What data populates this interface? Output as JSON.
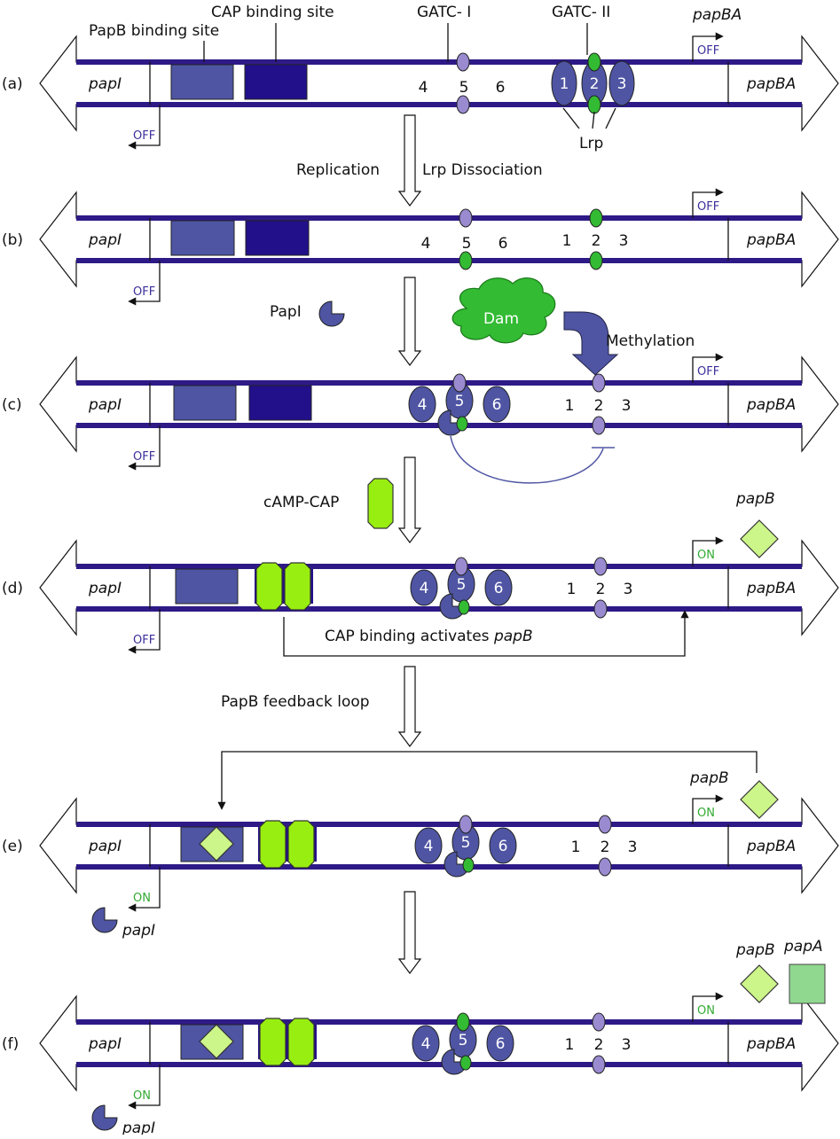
{
  "colors": {
    "dna_strand": "#2e1a87",
    "papb_site": "#4f55a3",
    "cap_site": "#22108a",
    "protein": "#4f55a3",
    "gatc_methyl": "#9a8bd0",
    "gatc_hemi": "#33bb33",
    "cap_protein": "#99ee11",
    "papb_protein": "#ccf58a",
    "papa_protein": "#90d890",
    "dam": "#33bb33",
    "on_text": "#33aa33",
    "off_text": "#3b2f9a"
  },
  "labels": {
    "papb_binding_site": "PapB binding site",
    "cap_binding_site": "CAP binding site",
    "gatc_1": "GATC- I",
    "gatc_2": "GATC- II",
    "lrp": "Lrp",
    "replication": "Replication",
    "lrp_dissociation": "Lrp Dissociation",
    "papi_protein": "PapI",
    "dam": "Dam",
    "methylation": "Methylation",
    "camp_cap": "cAMP-CAP",
    "cap_activates": "CAP binding activates ",
    "cap_activates_gene": "papB",
    "papb_feedback": "PapB feedback loop",
    "papi_gene": "papI",
    "papba_gene": "papBA",
    "papb": "papB",
    "papa": "papA",
    "on": "ON",
    "off": "OFF"
  },
  "panels": [
    {
      "letter": "(a)",
      "left_promoter": "OFF",
      "right_promoter": "OFF"
    },
    {
      "letter": "(b)",
      "left_promoter": "OFF",
      "right_promoter": "OFF"
    },
    {
      "letter": "(c)",
      "left_promoter": "OFF",
      "right_promoter": "OFF"
    },
    {
      "letter": "(d)",
      "left_promoter": "OFF",
      "right_promoter": "ON"
    },
    {
      "letter": "(e)",
      "left_promoter": "ON",
      "right_promoter": "ON"
    },
    {
      "letter": "(f)",
      "left_promoter": "ON",
      "right_promoter": "ON"
    }
  ],
  "site_numbers": [
    "1",
    "2",
    "3",
    "4",
    "5",
    "6"
  ]
}
